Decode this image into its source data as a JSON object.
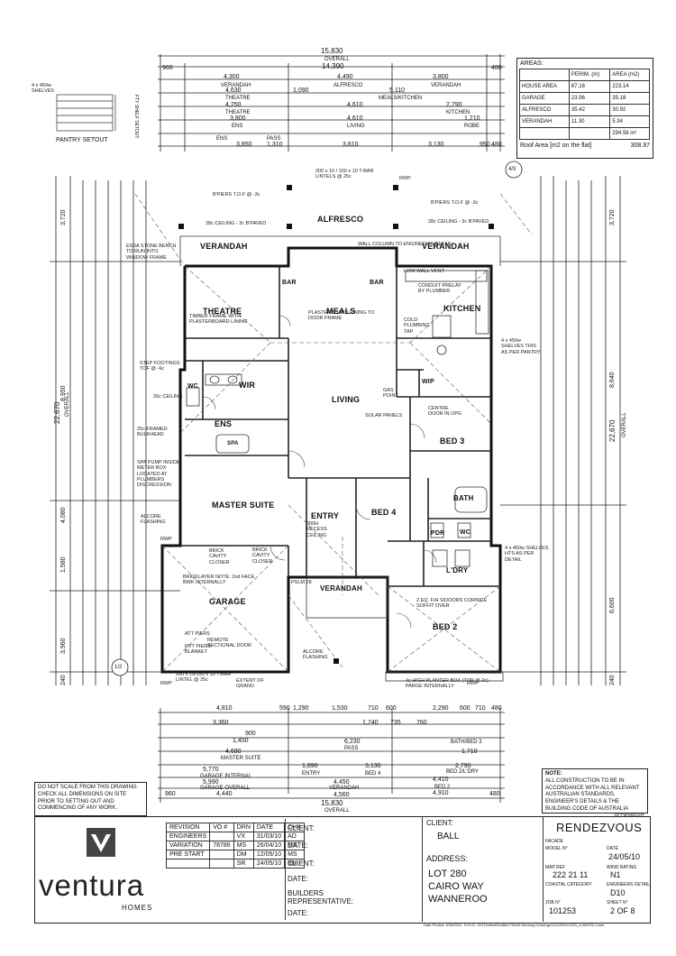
{
  "top_dims": {
    "overall_label": "OVERALL",
    "overall_value": "15,830",
    "row1": [
      "960",
      "4,300",
      "4,490",
      "3,800",
      "480"
    ],
    "row1_labels": [
      "VERANDAH",
      "ALFRESCO",
      "VERANDAH"
    ],
    "overall_inner": "14,390",
    "row2": [
      "4,630",
      "1,090",
      "5,110"
    ],
    "row2_labels": [
      "THEATRE",
      "MEALS/KITCHEN"
    ],
    "row3": [
      "4,250",
      "4,610",
      "2,790"
    ],
    "row3_labels": [
      "THEATRE",
      "KITCHEN"
    ],
    "row4": [
      "3,800",
      "4,610",
      "1,210"
    ],
    "row4_labels": [
      "ENS",
      "LIVING",
      "ROBE"
    ],
    "row5": [
      "3,850",
      "1,310",
      "3,610",
      "3,130",
      "950",
      "480"
    ],
    "row5_labels": [
      "ENS",
      "PASS"
    ]
  },
  "pantry": {
    "title": "PANTRY SETOUT",
    "shelves": "4 x 450w SHELVES",
    "label": "FTY SHELF SETOUT"
  },
  "areas": {
    "title": "AREAS:",
    "headers": [
      "",
      "PERIM. (m)",
      "AREA (m2)"
    ],
    "rows": [
      [
        "HOUSE AREA",
        "67.16",
        "223.14"
      ],
      [
        "GARAGE",
        "23.96",
        "35.18"
      ],
      [
        "ALFRESCO",
        "35.42",
        "30.92"
      ],
      [
        "VERANDAH",
        "11.30",
        "5.34"
      ],
      [
        "",
        "",
        "294.58 m²"
      ]
    ],
    "roof_label": "Roof Area [m2 on the flat]",
    "roof_value": "308.97"
  },
  "rooms": {
    "theatre": "THEATRE",
    "meals": "MEALS",
    "kitchen": "KITCHEN",
    "alfresco": "ALFRESCO",
    "verandah_left": "VERANDAH",
    "verandah_right": "VERANDAH",
    "wir": "WIR",
    "wc": "WC",
    "ens": "ENS",
    "spa": "SPA",
    "living": "LIVING",
    "wip": "WIP",
    "bed3": "BED 3",
    "master": "MASTER SUITE",
    "entry": "ENTRY",
    "bed4": "BED 4",
    "bath": "BATH",
    "pdr": "PDR",
    "wc2": "WC",
    "ldry": "L'DRY",
    "verandah_front": "VERANDAH",
    "garage": "GARAGE",
    "bed2": "BED 2",
    "bar": "BAR",
    "bar2": "BAR"
  },
  "notes": {
    "bpiers_l": "B'PIERS T.O.F @ -3c",
    "bpiers_r": "B'PIERS T.O.F @ -3c",
    "tbar_top": "200 x 10 / 150 x 10 T-BAR LINTELS @ 25c",
    "ceiling_l": "28c CEILING - 3c B'PAVED",
    "ceiling_r": "28c CEILING - 3c B'PAVED",
    "wall_col": "WALL COLUMN TO ENGINEER'S DETAIL",
    "low_wall": "LOW WALL VENT",
    "conduit": "CONDUIT PRELAY BY PLUMBER",
    "stone": "ESSA STONE BENCH TO RUN INTO WINDOW FRAME",
    "step": "STEP FOOTINGS TOF @ -6c",
    "ceiling26": "26c CEILING",
    "framed": "25c FRAMED BULKHEAD",
    "spa_pump": "SPA PUMP INSIDE METER BOX LOCATED AT PLUMBERS DISCRESSION",
    "alcore_l": "ALCORE FLASHING",
    "alcore_c": "ALCORE FLASHING",
    "brick_cavity_l": "BRICK CAVITY CLOSER",
    "brick_cavity_r": "BRICK CAVITY CLOSER",
    "bricklayer": "BRICKLAYER NOTE: 2nd FACE BWK INTERNALLY",
    "att_piers": "ATT PIERS",
    "piers": "RVT PIERS BLANKET",
    "remote": "REMOTE SECTIONAL DOOR",
    "extent": "EXTENT OF GRANO",
    "tbar_bot": "200 x 10/150 x 10 T-BAR LINTEL @ 25c",
    "planter": "4c HIGH PLANTER BOX (TOP @ 2c) PARGE INTERNALLY",
    "rwp": "RWP",
    "shelves_r": "4 x 450w SHELVES THIS AS PER PANTRY",
    "shelves_r2": "4 x 450w SHELVES HTS AS PER DETAIL",
    "centre_door": "CENTRE DOOR IN OPG",
    "recess": "300H RECESS CEILING",
    "solar": "SOLAR PANELS",
    "cold_plumb": "COLD PLUMBING TAP",
    "gas_point": "GAS POINT",
    "timber": "TIMBER FRAME WITH PLASTERBOARD LINING",
    "plasterboard": "PLASTERBOARD LINING TO DOOR FRAME",
    "cornice": "2 EQ. F/H S/DOORS CORNICE SOFFIT OVER",
    "psm": "PSLM 28"
  },
  "side_dims_left": {
    "overall": "22,670",
    "overall_label": "OVERALL",
    "values": [
      "3,720",
      "8,950",
      "4,080",
      "1,580",
      "3,960",
      "240"
    ]
  },
  "side_dims_right": {
    "overall": "22,670",
    "overall_label": "OVERALL",
    "values": [
      "3,720",
      "8,640",
      "6,600",
      "240"
    ]
  },
  "bottom_dims": {
    "row1": [
      "4,810",
      "590",
      "1,290",
      "1,530",
      "710",
      "600",
      "2,290",
      "600",
      "710",
      "480"
    ],
    "row2": [
      "3,360",
      "900",
      "1,450",
      "1,740",
      "735",
      "760"
    ],
    "row3": [
      "4,690",
      "6,230",
      "1,710"
    ],
    "row3_labels": [
      "MASTER SUITE",
      "PASS",
      "BATH/BED 3"
    ],
    "row4": [
      "5,770",
      "1,890",
      "3,130",
      "2,790"
    ],
    "row4_labels": [
      "GARAGE INTERNAL",
      "ENTRY",
      "BED 4",
      "BED 2/L'DRY"
    ],
    "row5": [
      "5,990",
      "4,450",
      "4,410"
    ],
    "row5_labels": [
      "GARAGE OVERALL",
      "VERANDAH",
      "BED 2"
    ],
    "row6": [
      "960",
      "4,440",
      "4,560",
      "4,910",
      "480"
    ],
    "overall_value": "15,830",
    "overall_label": "OVERALL"
  },
  "disclaimer": "DO NOT SCALE FROM THIS DRAWING. CHECK ALL DIMENSIONS ON SITE PRIOR TO SETTING OUT AND COMMENCING OF ANY WORK.",
  "note_box": {
    "title": "NOTE:",
    "text": "ALL CONSTRUCTION TO BE IN ACCORDANCE WITH ALL RELEVANT AUSTRALIAN STANDARDS, ENGINEER'S DETAILS & THE BUILDING CODE OF AUSTRALIA",
    "copyright": "©COPYRIGHT"
  },
  "logo": {
    "word": "ventura",
    "sub": "HOMES"
  },
  "revisions": {
    "headers": [
      "REVISION",
      "VO #",
      "DRN",
      "DATE",
      "CHK"
    ],
    "rows": [
      [
        "ENGINEERS",
        "",
        "VX",
        "31/03/10",
        "AD"
      ],
      [
        "VARIATION",
        "78786",
        "MS",
        "26/04/10",
        "MS"
      ],
      [
        "PRE START",
        "",
        "DM",
        "12/05/10",
        "MS"
      ],
      [
        "",
        "",
        "SR",
        "24/05/10",
        "BM"
      ]
    ]
  },
  "client_block": {
    "client_label": "CLIENT:",
    "date_label": "DATE:",
    "builders_label": "BUILDERS REPRESENTATIVE:"
  },
  "address_block": {
    "client_label": "CLIENT:",
    "client_value": "BALL",
    "address_label": "ADDRESS:",
    "lines": [
      "LOT 280",
      "CAIRO WAY",
      "WANNEROO"
    ]
  },
  "design": {
    "name": "RENDEZVOUS",
    "facade_label": "FACADE",
    "model_label": "MODEL N°",
    "date_label": "DATE",
    "date_value": "24/05/10",
    "map_ref_label": "MAP REF",
    "map_ref_value": "222 21 11",
    "wind_label": "WIND RATING",
    "wind_value": "N1",
    "coastal_label": "COASTAL CATEGORY",
    "eng_label": "ENGINEERS DETAIL",
    "eng_value": "D10",
    "job_label": "JOB N°",
    "job_value": "101253",
    "sheet_label": "SHEET N°",
    "sheet_value": "2 OF 8"
  },
  "footer": {
    "date_printed": "Date Printed: 5/25/2010",
    "path": "R:\\H.D. VHI Drafted\\Drafted File\\08 Working Drawings\\101253\\101253_3-WD202-3.dwt"
  },
  "section_markers": [
    "1/2",
    "4/3"
  ]
}
